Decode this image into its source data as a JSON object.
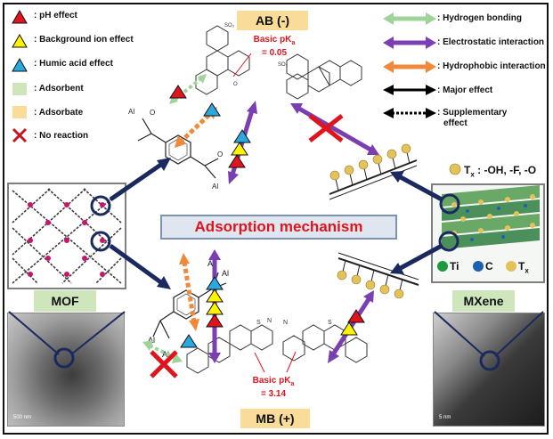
{
  "legend_left": [
    {
      "label": ": pH effect",
      "icon": "red-triangle-icon",
      "color": "#e0141d"
    },
    {
      "label": ": Background ion effect",
      "icon": "yellow-triangle-icon",
      "color": "#fff200"
    },
    {
      "label": ": Humic acid effect",
      "icon": "blue-triangle-icon",
      "color": "#2aa8e0"
    },
    {
      "label": ": Adsorbent",
      "icon": "green-square-icon",
      "color": "#cfe6bd"
    },
    {
      "label": ": Adsorbate",
      "icon": "orange-square-icon",
      "color": "#f9dc9a"
    },
    {
      "label": ": No reaction",
      "icon": "red-cross-icon",
      "color": "#c8141d"
    }
  ],
  "legend_right": [
    {
      "label": ": Hydrogen bonding",
      "icon": "green-double-arrow-icon",
      "color": "#9fd39a"
    },
    {
      "label": ": Electrostatic interaction",
      "icon": "purple-double-arrow-icon",
      "color": "#7a3fb0"
    },
    {
      "label": ": Hydrophobic interaction",
      "icon": "orange-double-arrow-icon",
      "color": "#f0893a"
    },
    {
      "label": ": Major effect",
      "icon": "black-double-arrow-icon",
      "color": "#000000"
    },
    {
      "label": ": Supplementary",
      "label2": "effect",
      "icon": "dotted-double-arrow-icon",
      "color": "#000000"
    }
  ],
  "adsorbate_top": "AB (-)",
  "adsorbate_bottom": "MB (+)",
  "pka_top_line1": "Basic pK",
  "pka_top_sub": "a",
  "pka_top_line2": "= 0.05",
  "pka_bottom_line1": "Basic pK",
  "pka_bottom_sub": "a",
  "pka_bottom_line2": "= 3.14",
  "center_title": "Adsorption mechanism",
  "adsorbent_left": "MOF",
  "adsorbent_right": "MXene",
  "mxene_terminal_prefix": "T",
  "mxene_terminal_sub": "x",
  "mxene_terminal_text": ": -OH, -F, -O",
  "mxene_elements": [
    {
      "label": "Ti",
      "color": "#1d9a3c"
    },
    {
      "label": "C",
      "color": "#1f5fb0"
    },
    {
      "label": "T",
      "sub": "x",
      "color": "#e3c25a"
    }
  ],
  "al_label": "Al",
  "scale_left": "500 nm",
  "scale_right": "5 nm",
  "colors": {
    "red": "#e0141d",
    "yellow": "#fff200",
    "blue": "#2aa8e0",
    "purple": "#7a3fb0",
    "orange": "#f0893a",
    "green_arrow": "#9fd39a",
    "navy": "#1b2a5e",
    "gold": "#e3c25a"
  }
}
